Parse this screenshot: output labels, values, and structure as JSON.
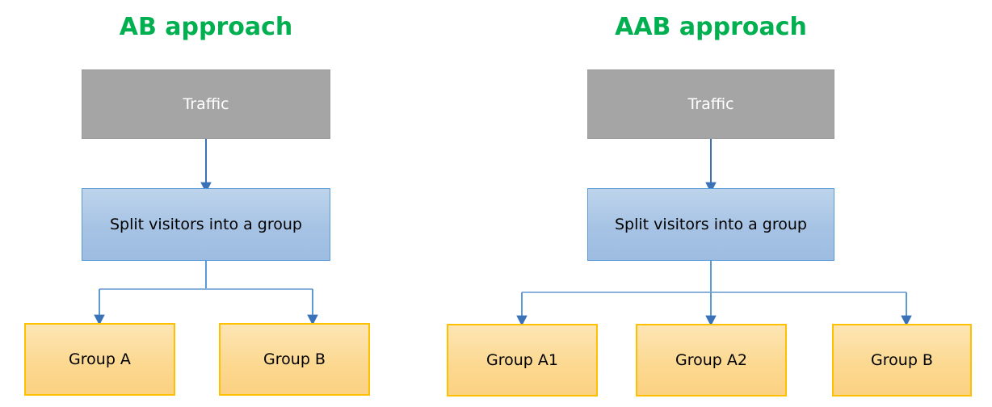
{
  "diagram": {
    "title_color": "#00b050",
    "panels": [
      {
        "id": "ab",
        "title": "AB approach",
        "nodes": [
          {
            "id": "ab-traffic",
            "label": "Traffic",
            "kind": "traffic"
          },
          {
            "id": "ab-split",
            "label": "Split visitors into a group",
            "kind": "split"
          },
          {
            "id": "ab-group-a",
            "label": "Group A",
            "kind": "group"
          },
          {
            "id": "ab-group-b",
            "label": "Group B",
            "kind": "group"
          }
        ]
      },
      {
        "id": "aab",
        "title": "AAB approach",
        "nodes": [
          {
            "id": "aab-traffic",
            "label": "Traffic",
            "kind": "traffic"
          },
          {
            "id": "aab-split",
            "label": "Split visitors into a group",
            "kind": "split"
          },
          {
            "id": "aab-group-a1",
            "label": "Group A1",
            "kind": "group"
          },
          {
            "id": "aab-group-a2",
            "label": "Group A2",
            "kind": "group"
          },
          {
            "id": "aab-group-b",
            "label": "Group B",
            "kind": "group"
          }
        ]
      }
    ],
    "colors": {
      "traffic_fill": "#a5a5a5",
      "traffic_text": "#ffffff",
      "split_fill": "#a6c3e4",
      "split_border": "#5b9bd5",
      "group_fill": "#fcd88f",
      "group_border": "#ffc000",
      "connector": "#5b9bd5",
      "title": "#00b050",
      "background": "#ffffff"
    }
  }
}
